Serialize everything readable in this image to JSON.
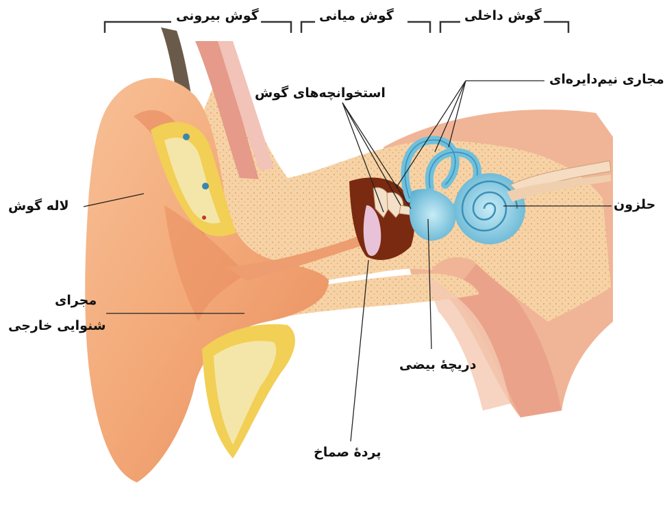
{
  "sections": {
    "outer": "گوش بیرونی",
    "middle": "گوش میانی",
    "inner": "گوش داخلی"
  },
  "labels": {
    "semicircular_canals": "مجاری نیم‌دایره‌ای",
    "ossicles": "استخوانچه‌های گوش",
    "cochlea": "حلزون",
    "pinna": "لاله گوش",
    "ear_canal_line1": "مجرای",
    "ear_canal_line2": "شنوایی خارجی",
    "oval_window": "دریچهٔ بیضی",
    "eardrum": "پردهٔ صماخ"
  },
  "colors": {
    "skin": "#f3a877",
    "skin_dark": "#e5835a",
    "bone": "#f6d3a6",
    "bone_dot": "#e7a870",
    "cartilage": "#f4e6a8",
    "fat": "#f2cf55",
    "inner_ear": "#8fd0e6",
    "inner_ear_dark": "#4aa2c4",
    "muscle": "#e59a8a",
    "cavity": "#7a2a10",
    "hair": "#6a5a4a"
  }
}
